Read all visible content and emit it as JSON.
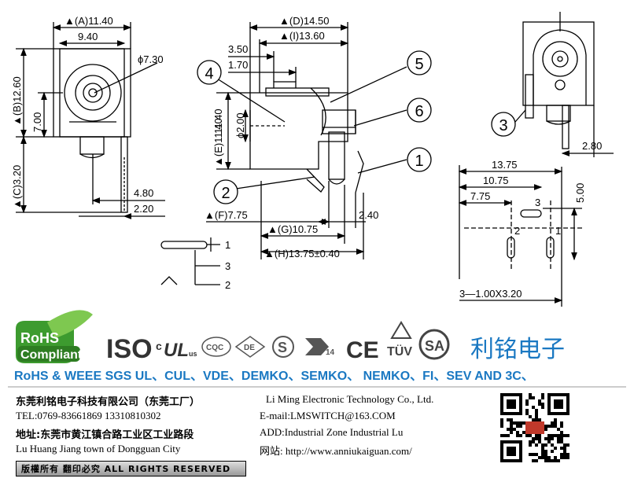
{
  "dims": {
    "A": "▲(A)11.40",
    "w940": "9.40",
    "phi730": "ϕ7.30",
    "B": "▲(B)12.60",
    "v700": "7.00",
    "C": "▲(C)3.20",
    "v480": "4.80",
    "v220": "2.20",
    "D": "▲(D)14.50",
    "I": "▲(I)13.60",
    "v350": "3.50",
    "v170": "1.70",
    "v1140": "11.40",
    "phi200": "ϕ2.00",
    "E": "▲(E)11.40",
    "F": "▲(F)7.75",
    "v240": "2.40",
    "G": "▲(G)10.75",
    "H": "▲(H)13.75±0.40",
    "v280": "2.80",
    "v1375": "13.75",
    "v1075": "10.75",
    "v775": "7.75",
    "v500": "5.00",
    "holes": "3—1.00X3.20"
  },
  "callouts": [
    "1",
    "2",
    "3",
    "4",
    "5",
    "6"
  ],
  "pins": {
    "p1": "1",
    "p2": "2",
    "p3": "3"
  },
  "certs": {
    "rohs_badge_top": "RoHS",
    "rohs_badge_bottom": "Compliant",
    "iso": "ISO",
    "ul": "UL",
    "ul_c": "c",
    "ul_us": "us",
    "cqc": "CQC",
    "de": "DE",
    "s": "S",
    "k14": "14",
    "ce": "CE",
    "tuv": "TÜV",
    "sa": "SA",
    "brand": "利铭电子",
    "statement": "RoHS & WEEE SGS UL、CUL、VDE、DEMKO、SEMKO、 NEMKO、FI、SEV AND 3C、"
  },
  "company": {
    "name_cn": "东莞利铭电子科技有限公司（东莞工厂）",
    "name_en": "Li Ming Electronic Technology Co., Ltd.",
    "tel": "TEL:0769-83661869    13310810302",
    "email": "E-mail:LMSWITCH@163.COM",
    "addr_cn": "地址:东莞市黄江镇合路工业区工业路段",
    "addr_en": "ADD:Industrial  Zone  Industrial  Lu",
    "addr_en2": "Lu Huang Jiang town of Dongguan City",
    "web": "网站:   http://www.anniukaiguan.com/",
    "rights": "版權所有  翻印必究    ALL RIGHTS RESERVED"
  },
  "colors": {
    "brand_blue": "#1a78c2",
    "leaf_green": "#3d9b2f",
    "ink": "#000000"
  }
}
